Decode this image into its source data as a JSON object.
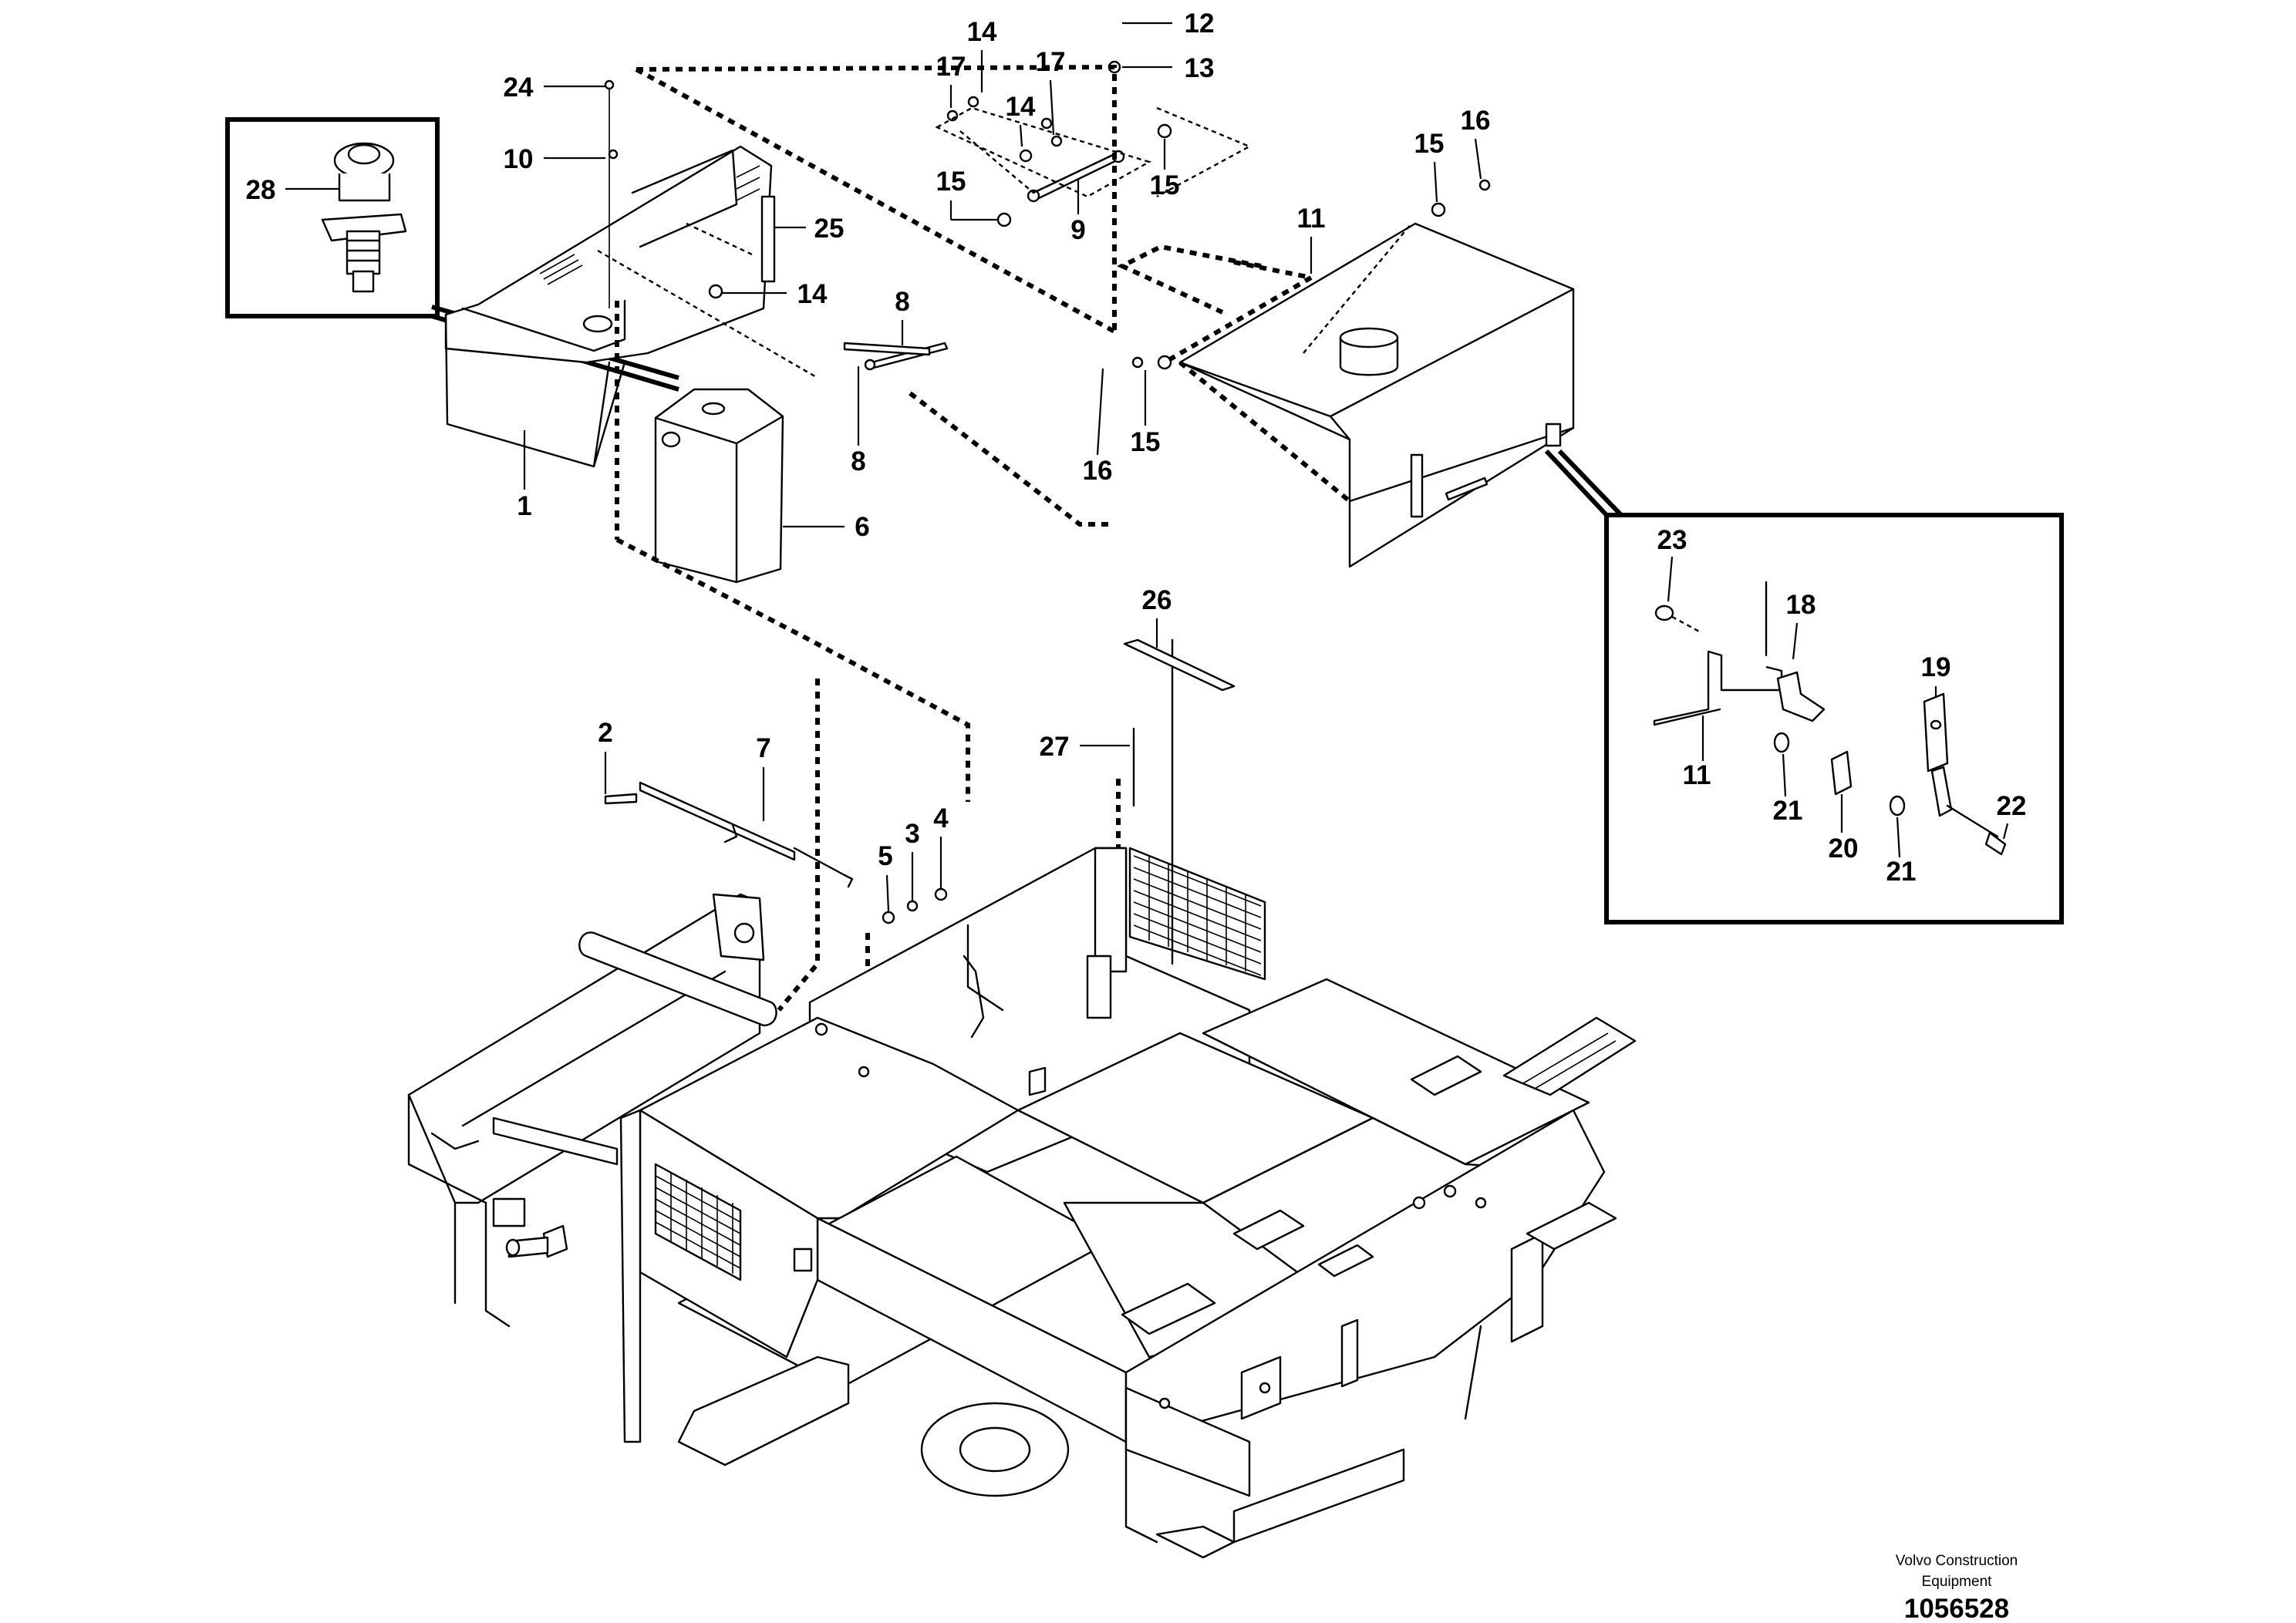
{
  "callouts": {
    "c1": "1",
    "c2": "2",
    "c3": "3",
    "c4": "4",
    "c5": "5",
    "c6": "6",
    "c7": "7",
    "c8a": "8",
    "c8b": "8",
    "c9": "9",
    "c10": "10",
    "c11a": "11",
    "c11b": "11",
    "c12": "12",
    "c13": "13",
    "c14a": "14",
    "c14b": "14",
    "c14c": "14",
    "c15a": "15",
    "c15b": "15",
    "c15c": "15",
    "c15d": "15",
    "c16a": "16",
    "c16b": "16",
    "c17a": "17",
    "c17b": "17",
    "c18": "18",
    "c19": "19",
    "c20": "20",
    "c21a": "21",
    "c21b": "21",
    "c22": "22",
    "c23": "23",
    "c24": "24",
    "c25": "25",
    "c26": "26",
    "c27": "27",
    "c28": "28"
  },
  "footer": {
    "company_line1": "Volvo Construction",
    "company_line2": "Equipment",
    "drawing_number": "1056528"
  }
}
